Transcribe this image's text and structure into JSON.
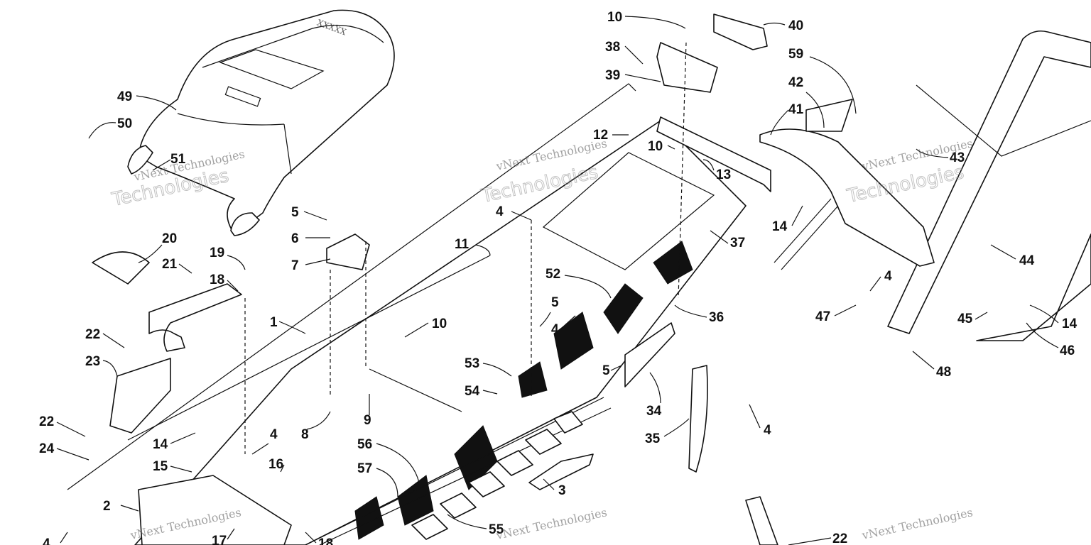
{
  "callouts": [
    "10",
    "40",
    "38",
    "39",
    "59",
    "42",
    "41",
    "49",
    "50",
    "51",
    "12",
    "10",
    "13",
    "43",
    "14",
    "20",
    "5",
    "6",
    "7",
    "19",
    "21",
    "18",
    "4",
    "11",
    "37",
    "52",
    "1",
    "44",
    "4",
    "47",
    "36",
    "22",
    "23",
    "5",
    "4",
    "10",
    "53",
    "54",
    "9",
    "8",
    "5",
    "34",
    "45",
    "14",
    "46",
    "48",
    "22",
    "24",
    "14",
    "4",
    "16",
    "15",
    "56",
    "57",
    "35",
    "4",
    "3",
    "2",
    "55",
    "17",
    "22",
    "4",
    "18"
  ],
  "watermark": {
    "line1": "vNext Technologies",
    "line2": "Technologies"
  }
}
